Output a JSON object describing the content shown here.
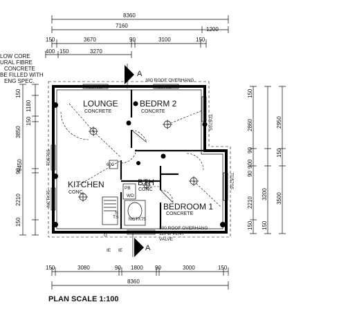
{
  "plan_title": "PLAN  SCALE 1:100",
  "note_lines": [
    "LOW CORE",
    "URAL FIBRE",
    "CONCRETE",
    "BE FILLED WITH",
    "ENG SPEC."
  ],
  "rooms": {
    "lounge": {
      "name": "LOUNGE",
      "material": "CONCRETE"
    },
    "bedroom2": {
      "name": "BEDRM 2",
      "material": "CONCRTE"
    },
    "kitchen": {
      "name": "KITCHEN",
      "material": "CONC"
    },
    "bath": {
      "name": "BTH",
      "material": "CONC"
    },
    "bedroom1": {
      "name": "BEDROOM 1",
      "material": "CONCRETE"
    }
  },
  "labels": {
    "roof_overhang_top": "300 ROOF OVERHANG",
    "roof_overhang_bottom": "300 ROOF OVERHANG",
    "vent_valve_1": "110 Ø VENT",
    "vent_valve_2": "VALVE",
    "td_top_left": "TD57S5",
    "td_top_right": "TD57S5",
    "td_right_upper": "TD57S5",
    "td_right_lower": "TD57S5",
    "td_left": "TD57S5",
    "nctx_left": "NCTX75",
    "nctx_bottom": "NCTX75",
    "ie_1": "IE",
    "ie_2": "IE",
    "pb": "PB",
    "wd": "WD",
    "meas_600": "600",
    "ts": "TS",
    "s": "S",
    "g": "G",
    "section_a_top": "A",
    "section_a_bottom": "A"
  },
  "dims_top": {
    "overall": "8360",
    "row2_a": "7160",
    "row2_b": "1200",
    "row3": [
      "150",
      "3670",
      "90",
      "3100",
      "150"
    ],
    "row4": [
      "400",
      "150",
      "3270"
    ]
  },
  "dims_bottom": {
    "row1": [
      "150",
      "3080",
      "90",
      "1800",
      "90",
      "3000",
      "150"
    ],
    "overall": "8360"
  },
  "dims_left": {
    "overall": "6450",
    "chain": [
      "150",
      "1180",
      "150",
      "3850",
      "90",
      "2210",
      "150"
    ]
  },
  "dims_right": {
    "chain": [
      "150",
      "2860",
      "90",
      "900",
      "90",
      "3200",
      "2210",
      "150"
    ],
    "total_a": "2950",
    "total_b": "150",
    "total_c": "3500"
  }
}
